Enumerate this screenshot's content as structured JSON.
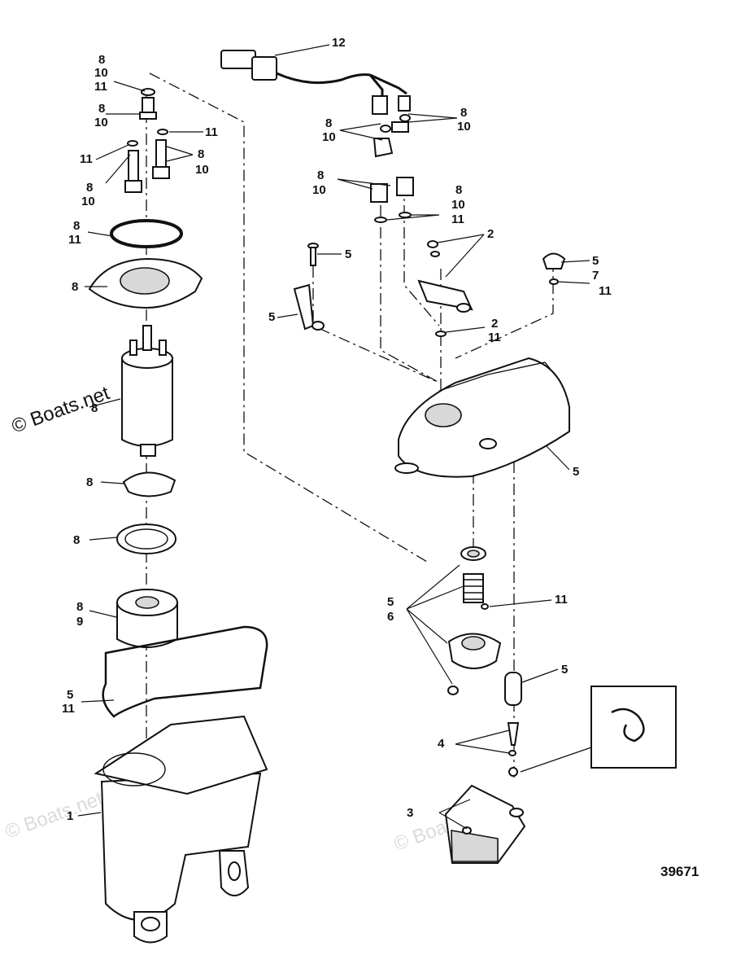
{
  "watermark": {
    "main": "© Boats.net",
    "faint": "© Boats.net"
  },
  "figure_number": "39671",
  "callouts": {
    "c12": "12",
    "tl_8a": "8",
    "tl_10a": "10",
    "tl_11a": "11",
    "tl_8b": "8",
    "tl_10b": "10",
    "tl_11c": "11",
    "tl_11d": "11",
    "tl_8e": "8",
    "tl_10e": "10",
    "tl_8f": "8",
    "tl_10f": "10",
    "tl_8g": "8",
    "tl_11g": "11",
    "tl_8h": "8",
    "tl_8i": "8",
    "tl_8j": "8",
    "tl_8k": "8",
    "tl_8l": "8",
    "tl_9l": "9",
    "tl_5m": "5",
    "tl_11m": "11",
    "tl_1": "1",
    "tr_8a": "8",
    "tr_10a": "10",
    "tr_8b": "8",
    "tr_10b": "10",
    "tr_8c": "8",
    "tr_10c": "10",
    "tr_8d": "8",
    "tr_10d": "10",
    "tr_11d": "11",
    "tr_2a": "2",
    "tr_5a": "5",
    "tr_5b": "5",
    "tr_5c": "5",
    "tr_7c": "7",
    "tr_11c": "11",
    "tr_2e": "2",
    "tr_11e": "11",
    "tr_5f": "5",
    "br_5": "5",
    "br_6": "6",
    "br_11": "11",
    "br_5b": "5",
    "br_4": "4",
    "br_3": "3"
  }
}
